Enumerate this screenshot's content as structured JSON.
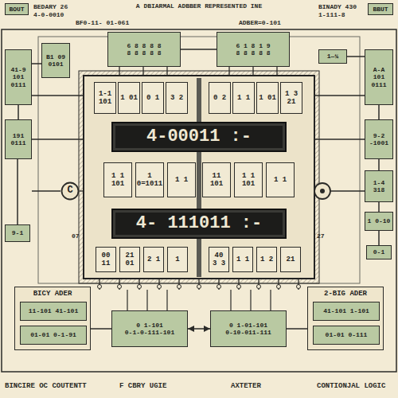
{
  "diagram": {
    "title": "A DBIARMAL ADBBER REPRESENTED INE",
    "nodes": [
      {
        "text": [
          "BOUT"
        ]
      },
      {
        "text": [
          "41-9 101 0111"
        ]
      },
      {
        "text": [
          "B1 09 0101"
        ]
      },
      {
        "text": [
          "6 8 8 8 8",
          "8 8 8 8 8"
        ]
      },
      {
        "text": [
          "6 1 8 1 9",
          "8 8 8 8 8"
        ]
      },
      {
        "text": [
          "BBUT"
        ]
      },
      {
        "text": [
          "1—¼"
        ]
      },
      {
        "text": [
          "A-A 101 0111"
        ]
      },
      {
        "text": [
          "191 0111"
        ]
      },
      {
        "text": [
          "9-2 -1001"
        ]
      },
      {
        "text": [
          "1-4 318"
        ]
      },
      {
        "text": [
          "C"
        ]
      },
      {
        "text": [
          "1-1 101"
        ]
      },
      {
        "text": [
          "1 01"
        ]
      },
      {
        "text": [
          "0 1"
        ]
      },
      {
        "text": [
          "3 2"
        ]
      },
      {
        "text": [
          "0 2"
        ]
      },
      {
        "text": [
          "1 1"
        ]
      },
      {
        "text": [
          "1 01"
        ]
      },
      {
        "text": [
          "1 3 21"
        ]
      },
      {
        "text": [
          "4-00011 :-"
        ]
      },
      {
        "text": [
          "1 1 101"
        ]
      },
      {
        "text": [
          "1 0=1011"
        ]
      },
      {
        "text": [
          "1 1"
        ]
      },
      {
        "text": [
          "11 101"
        ]
      },
      {
        "text": [
          "1 1 101"
        ]
      },
      {
        "text": [
          "1 1"
        ]
      },
      {
        "text": [
          "4- 111011 :-"
        ]
      },
      {
        "text": [
          "00 11"
        ]
      },
      {
        "text": [
          "21 01"
        ]
      },
      {
        "text": [
          "2 1"
        ]
      },
      {
        "text": [
          "1"
        ]
      },
      {
        "text": [
          "40 3 3"
        ]
      },
      {
        "text": [
          "1 1"
        ]
      },
      {
        "text": [
          "1 2"
        ]
      },
      {
        "text": [
          "21"
        ]
      },
      {
        "text": [
          "9-1"
        ]
      },
      {
        "text": [
          "1 0-10"
        ]
      },
      {
        "text": [
          "0-1"
        ]
      },
      {
        "text": [
          "BICY ADER"
        ]
      },
      {
        "text": [
          "11-101 41-101"
        ],
        "in": 39
      },
      {
        "text": [
          "01-01 0-1-91"
        ],
        "in": 39
      },
      {
        "text": [
          "0 1-101",
          "0-1-0-111-101"
        ]
      },
      {
        "text": [
          "0 1-01-101",
          "0-10-011-111"
        ]
      },
      {
        "text": [
          "2-BIG ADER"
        ]
      },
      {
        "text": [
          "41-101 1-101"
        ],
        "in": 44
      },
      {
        "text": [
          "01-01 0-111"
        ],
        "in": 44
      }
    ],
    "edges": [
      {
        "from": 1,
        "to": 2,
        "arrow": "none"
      },
      {
        "from": 3,
        "to": 4,
        "arrow": "none"
      },
      {
        "from": 6,
        "to": 7,
        "arrow": "none"
      },
      {
        "from": 1,
        "to": 8,
        "arrow": "none"
      },
      {
        "from": 7,
        "to": 9,
        "arrow": "none"
      },
      {
        "from": 9,
        "to": 10,
        "arrow": "none"
      },
      {
        "from": 39,
        "to": 42,
        "arrow": "none"
      },
      {
        "from": 42,
        "to": 43,
        "arrow": "both"
      },
      {
        "from": 43,
        "to": 44,
        "arrow": "none"
      },
      {
        "from": 8,
        "to": 36,
        "arrow": "none"
      },
      {
        "from": 10,
        "to": 37,
        "arrow": "none"
      },
      {
        "from": 37,
        "to": 38,
        "arrow": "none"
      }
    ],
    "labels": [
      "BEDARY 26",
      "4-0-0010",
      "BF0-11- 01-061",
      "ADBER=0-101",
      "BINADY 430",
      "1-111-8",
      "07",
      "27",
      "BINCIRE OC COUTENTT",
      "F CBRY UGIE",
      "AXTETER",
      "CONTIONJAL LOGIC"
    ]
  }
}
